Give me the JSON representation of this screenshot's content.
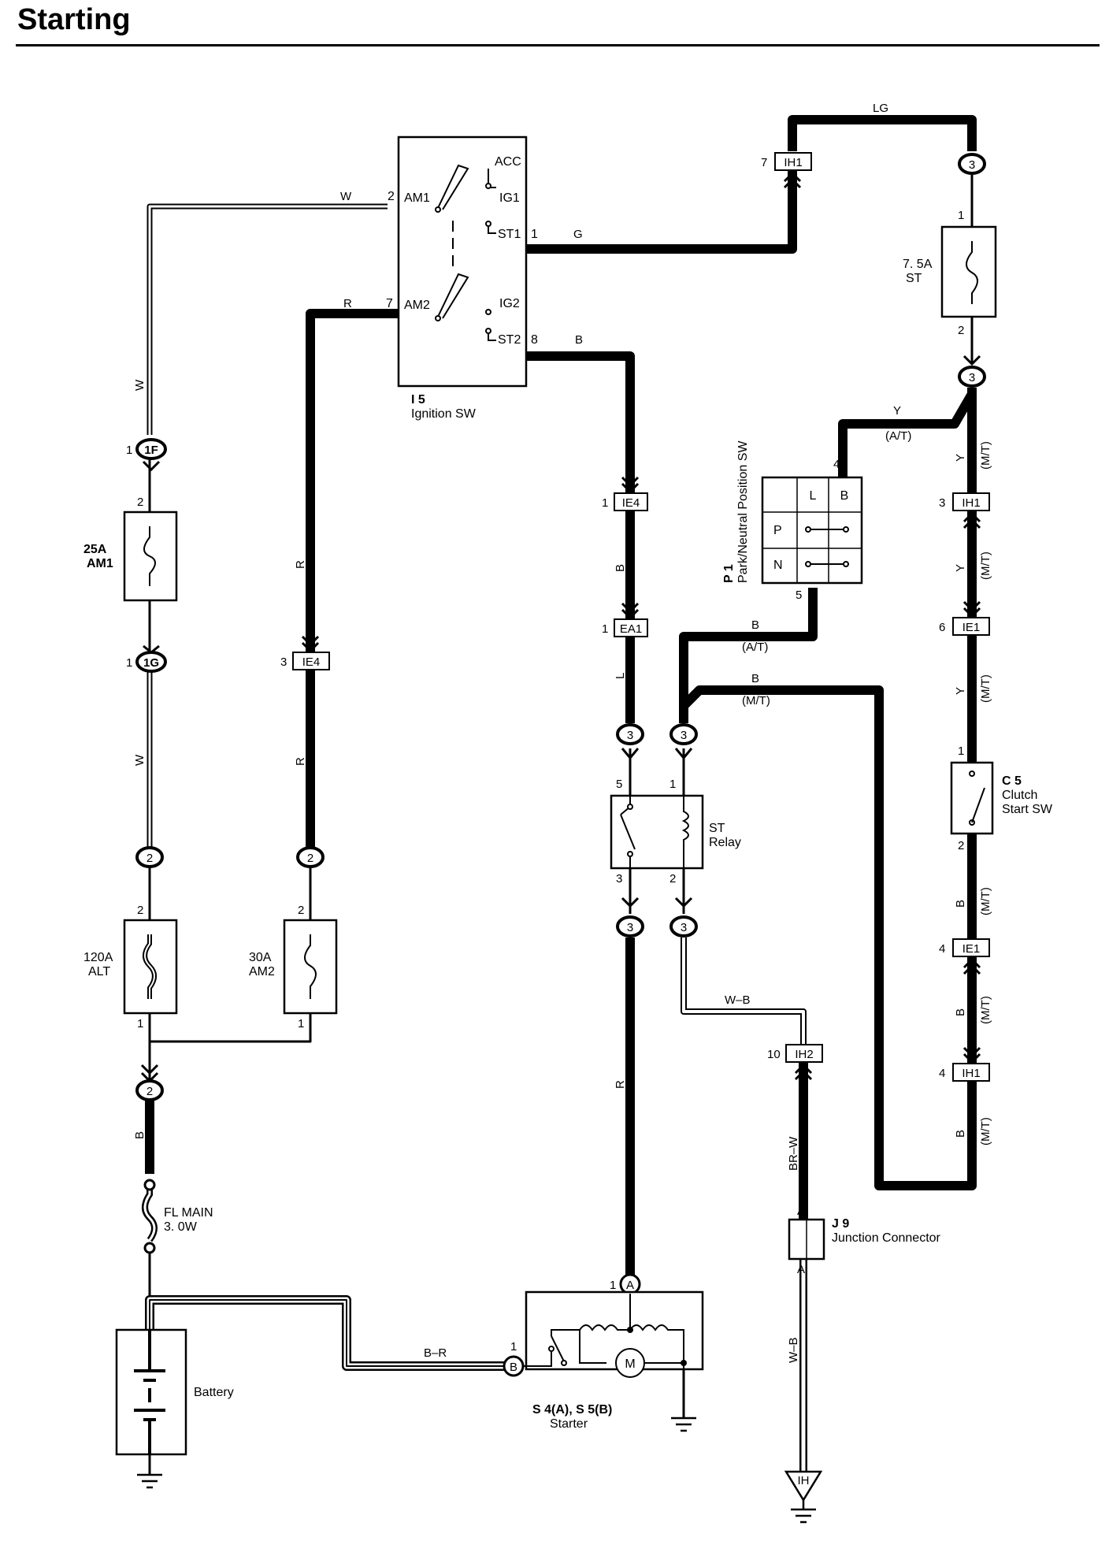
{
  "title": "Starting",
  "colors": {
    "wire": "#000000",
    "background": "#ffffff"
  },
  "wire_codes": {
    "w_top": "W",
    "w_vert1": "W",
    "w_vert2": "W",
    "r_top": "R",
    "r_vert1": "R",
    "r_vert2": "R",
    "r_starter": "R",
    "g": "G",
    "b_st2": "B",
    "b_ie4": "B",
    "l": "L",
    "lg": "LG",
    "y_at": "Y",
    "at_1": "(A/T)",
    "b_at": "B",
    "at_2": "(A/T)",
    "b_mt": "B",
    "mt_b": "(M/T)",
    "y1": "Y",
    "mt_y1": "(M/T)",
    "y2": "Y",
    "mt_y2": "(M/T)",
    "y3": "Y",
    "mt_y3": "(M/T)",
    "b1": "B",
    "mt_b1": "(M/T)",
    "b2": "B",
    "mt_b2": "(M/T)",
    "b3": "B",
    "mt_b3": "(M/T)",
    "wb": "W–B",
    "brw": "BR–W",
    "wb2": "W–B",
    "b_batt": "B",
    "br": "B–R"
  },
  "ignition_switch": {
    "id": "I 5",
    "name": "Ignition SW",
    "terminals": {
      "am1": "AM1",
      "am2": "AM2",
      "acc": "ACC",
      "ig1": "IG1",
      "st1": "ST1",
      "ig2": "IG2",
      "st2": "ST2"
    },
    "pins": {
      "am1": "2",
      "am2": "7",
      "st1": "1",
      "st2": "8"
    }
  },
  "fuses": {
    "am1": {
      "rating": "25A",
      "name": "AM1"
    },
    "alt": {
      "rating": "120A",
      "name": "ALT"
    },
    "am2": {
      "rating": "30A",
      "name": "AM2"
    },
    "st": {
      "rating": "7. 5A",
      "name": "ST"
    },
    "fl_main": {
      "name": "FL MAIN",
      "rating": "3. 0W"
    }
  },
  "connectors": {
    "c1f": {
      "code": "1F",
      "pin": "1"
    },
    "c1g": {
      "code": "1G",
      "pin": "1"
    },
    "c2a": "2",
    "c2b": "2",
    "c2c": "2",
    "ie4a": {
      "code": "IE4",
      "pin": "3"
    },
    "ie4b": {
      "code": "IE4",
      "pin": "1"
    },
    "ea1": {
      "code": "EA1",
      "pin": "1"
    },
    "ih1a": {
      "code": "IH1",
      "pin": "7"
    },
    "ih1b": {
      "code": "IH1",
      "pin": "3"
    },
    "ih1c": {
      "code": "IH1",
      "pin": "4"
    },
    "ie1a": {
      "code": "IE1",
      "pin": "6"
    },
    "ie1b": {
      "code": "IE1",
      "pin": "4"
    },
    "ih2": {
      "code": "IH2",
      "pin": "10"
    },
    "c3": "3",
    "c3b": "3",
    "c3c": "3",
    "c3d": "3",
    "c3e": "3",
    "c3f": "3",
    "ca": "A",
    "cb": "B"
  },
  "pins_misc": {
    "am1_fuse_top": "2",
    "alt_top": "2",
    "alt_bot": "1",
    "am2_top": "2",
    "am2_bot": "1",
    "st_top": "1",
    "st_bot": "2",
    "relay_5": "5",
    "relay_1": "1",
    "relay_3": "3",
    "relay_2": "2",
    "pn_4": "4",
    "pn_5": "5",
    "clutch_1": "1",
    "clutch_2": "2",
    "starter_1": "1",
    "starter_a": "1",
    "j9_a1": "A",
    "j9_a2": "A"
  },
  "park_neutral_sw": {
    "id": "P 1",
    "name": "Park/Neutral Position SW",
    "col_l": "L",
    "col_b": "B",
    "row_p": "P",
    "row_n": "N"
  },
  "st_relay": {
    "name_1": "ST",
    "name_2": "Relay"
  },
  "clutch_sw": {
    "id": "C 5",
    "name_1": "Clutch",
    "name_2": "Start SW"
  },
  "junction": {
    "id": "J 9",
    "name": "Junction Connector"
  },
  "starter": {
    "id": "S 4(A), S 5(B)",
    "name": "Starter",
    "motor": "M"
  },
  "battery": {
    "name": "Battery"
  },
  "ground": {
    "ih": "IH"
  }
}
